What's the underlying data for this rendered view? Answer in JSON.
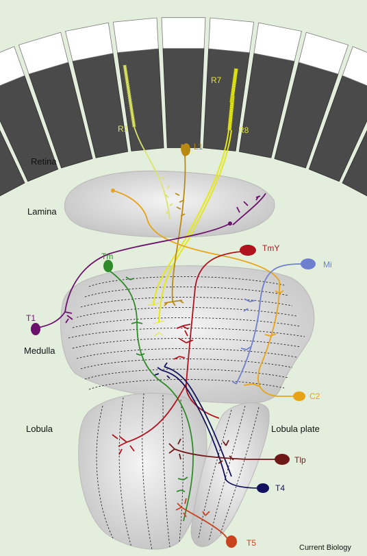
{
  "regions": {
    "retina": "Retina",
    "lamina": "Lamina",
    "medulla": "Medulla",
    "lobula": "Lobula",
    "lobula_plate": "Lobula plate"
  },
  "neurons": {
    "r1": {
      "label": "R1",
      "color": "#d9e46a"
    },
    "r7": {
      "label": "R7",
      "color": "#e3e81a"
    },
    "r8": {
      "label": "R8",
      "color": "#e3e81a"
    },
    "l1": {
      "label": "L1",
      "color": "#b88a12"
    },
    "tm": {
      "label": "Tm",
      "color": "#2f8a2a"
    },
    "tmy": {
      "label": "TmY",
      "color": "#b0121e"
    },
    "mi": {
      "label": "Mi",
      "color": "#6f7fd0"
    },
    "t1": {
      "label": "T1",
      "color": "#6b106b"
    },
    "c2": {
      "label": "C2",
      "color": "#e7a318"
    },
    "tlp": {
      "label": "Tlp",
      "color": "#6e1818"
    },
    "t4": {
      "label": "T4",
      "color": "#12125e"
    },
    "t5": {
      "label": "T5",
      "color": "#c8421e"
    }
  },
  "credit": "Current Biology"
}
